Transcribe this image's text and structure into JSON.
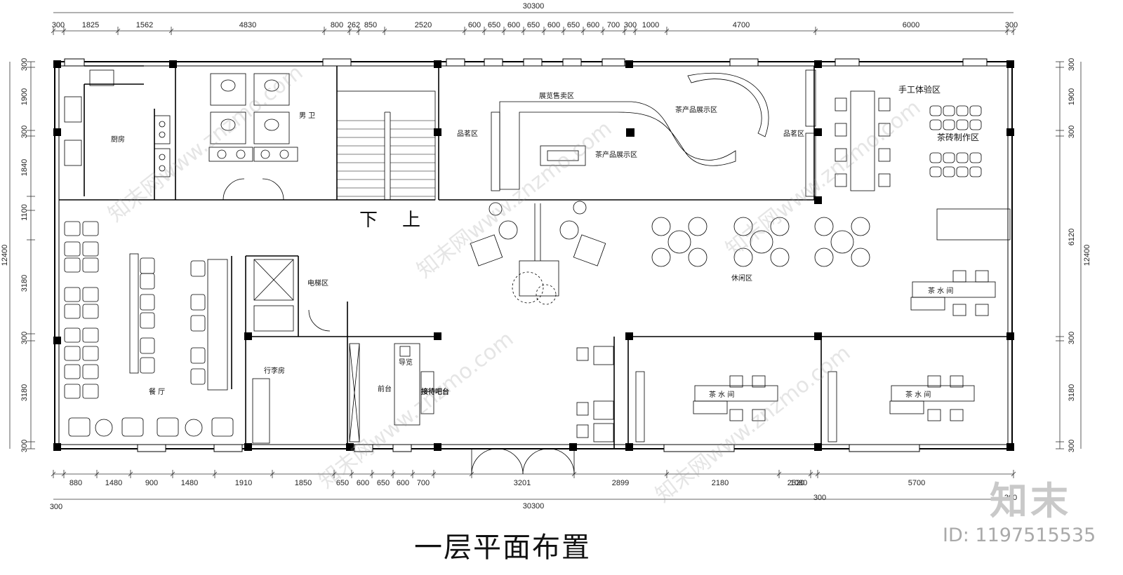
{
  "title": "一层平面布置",
  "brand": "知末",
  "image_id": "ID: 1197515535",
  "watermark": "知末网www.znzmo.com",
  "dims_top": [
    "300",
    "1825",
    "1562",
    "4830",
    "800",
    "262",
    "850",
    "2520",
    "600",
    "650",
    "600",
    "650",
    "600",
    "650",
    "600",
    "700",
    "300",
    "1000",
    "4700",
    "6000",
    "300"
  ],
  "dim_total_top": "30300",
  "dims_bottom": [
    "880",
    "1480",
    "900",
    "1480",
    "1910",
    "1850",
    "650",
    "600",
    "650",
    "600",
    "700",
    "3201",
    "2899",
    "2180",
    "2520",
    "1080",
    "5700"
  ],
  "dim_total_bottom": "30300",
  "dim_bottom_extra": [
    "300",
    "300",
    "300"
  ],
  "dims_left": [
    "300",
    "1900",
    "300",
    "1840",
    "1100",
    "3180",
    "300",
    "3180",
    "300"
  ],
  "dim_left_total": "12400",
  "dims_right": [
    "300",
    "1900",
    "300",
    "6120",
    "300",
    "3180",
    "300"
  ],
  "dim_right_total": "12400",
  "rooms": {
    "kitchen": "厨房",
    "mens_wc": "男 卫",
    "exhibit_sale": "展览售卖区",
    "tea_product_a": "茶产品展示区",
    "tea_product_b": "茶产品展示区",
    "tasting_left": "品茗区",
    "tasting_right": "品茗区",
    "handcraft": "手工体验区",
    "tea_brick": "茶砖制作区",
    "elevator": "电梯区",
    "lounge": "休闲区",
    "tea_room_a": "茶 水 间",
    "tea_room_b": "茶 水 间",
    "tea_room_c": "茶 水 间",
    "dining": "餐 厅",
    "luggage": "行李房",
    "front_desk": "前台",
    "reception_bar": "接待吧台",
    "guide": "导览",
    "stair_down": "下",
    "stair_up": "上"
  }
}
